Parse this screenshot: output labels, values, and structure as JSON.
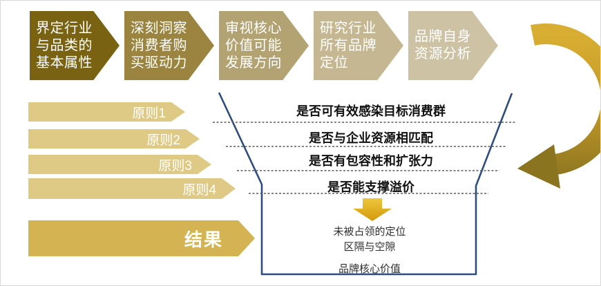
{
  "diagram_title": "brand-core-value-positioning-funnel",
  "process_steps": [
    {
      "label": "界定行业\n与品类的\n基本属性",
      "color": "#796312"
    },
    {
      "label": "深刻洞察\n消费者购\n买驱动力",
      "color": "#9a8440"
    },
    {
      "label": "审视核心\n价值可能\n发展方向",
      "color": "#b3a272"
    },
    {
      "label": "研究行业\n所有品牌\n定位",
      "color": "#c5b791"
    },
    {
      "label": "品牌自身\n资源分析",
      "color": "#cdc2a3"
    }
  ],
  "principles": [
    {
      "label": "原则1"
    },
    {
      "label": "原则2"
    },
    {
      "label": "原则3"
    },
    {
      "label": "原则4"
    }
  ],
  "principle_bar_color": "#dfca85",
  "result": {
    "label": "结果",
    "color": "#d4b452"
  },
  "funnel": {
    "questions": [
      "是否可有效感染目标消费群",
      "是否与企业资源相匹配",
      "是否有包容性和扩张力",
      "是否能支撑溢价"
    ],
    "outcome_lines": [
      "未被占领的定位",
      "区隔与空隙",
      "品牌核心价值"
    ],
    "outline_color": "#2d4d7f",
    "dotted_line_color": "#595959"
  },
  "icons": {
    "down_arrow": "down-arrow-icon",
    "curved_arrow": "curved-arrow-icon"
  },
  "accent_colors": {
    "gold_arrow_top": "#eec73e",
    "gold_arrow_bottom": "#d4990a",
    "curve_top": "#d8ae32",
    "curve_bottom": "#8a7420"
  }
}
